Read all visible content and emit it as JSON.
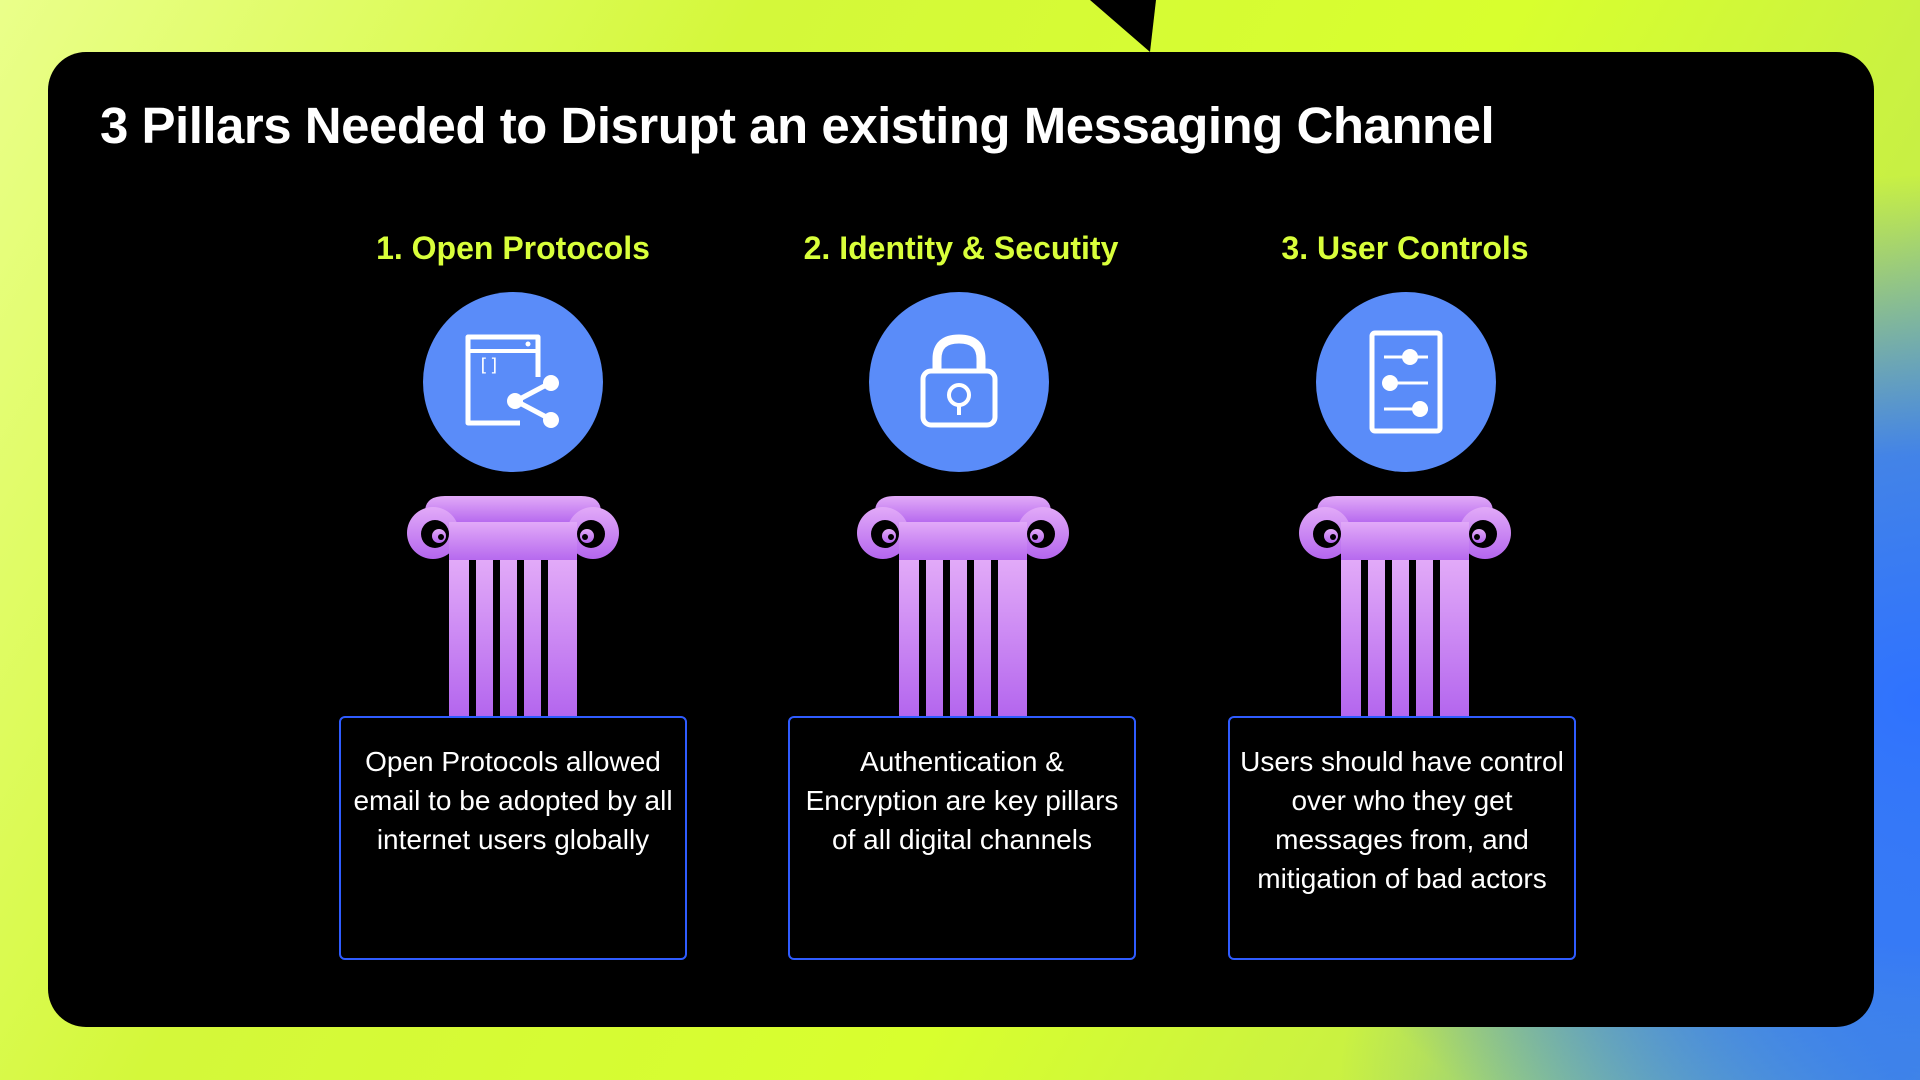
{
  "slide": {
    "title": "3 Pillars Needed to Disrupt an existing Messaging Channel"
  },
  "pillars": [
    {
      "number": "1.",
      "heading": "Open Protocols",
      "icon": "open-protocol-share-icon",
      "description": "Open Protocols allowed email to be adopted by all internet users globally"
    },
    {
      "number": "2.",
      "heading": "Identity & Secutity",
      "icon": "padlock-icon",
      "description": "Authentication & Encryption are key pillars of all digital channels"
    },
    {
      "number": "3.",
      "heading": "User Controls",
      "icon": "settings-sliders-icon",
      "description": "Users should have control over who they get messages from, and mitigation of bad actors"
    }
  ],
  "colors": {
    "panel": "#000000",
    "heading": "#d9ff3a",
    "icon_circle": "#5a8cf9",
    "pillar": "#c77ef2",
    "box_border": "#2f5cff"
  }
}
